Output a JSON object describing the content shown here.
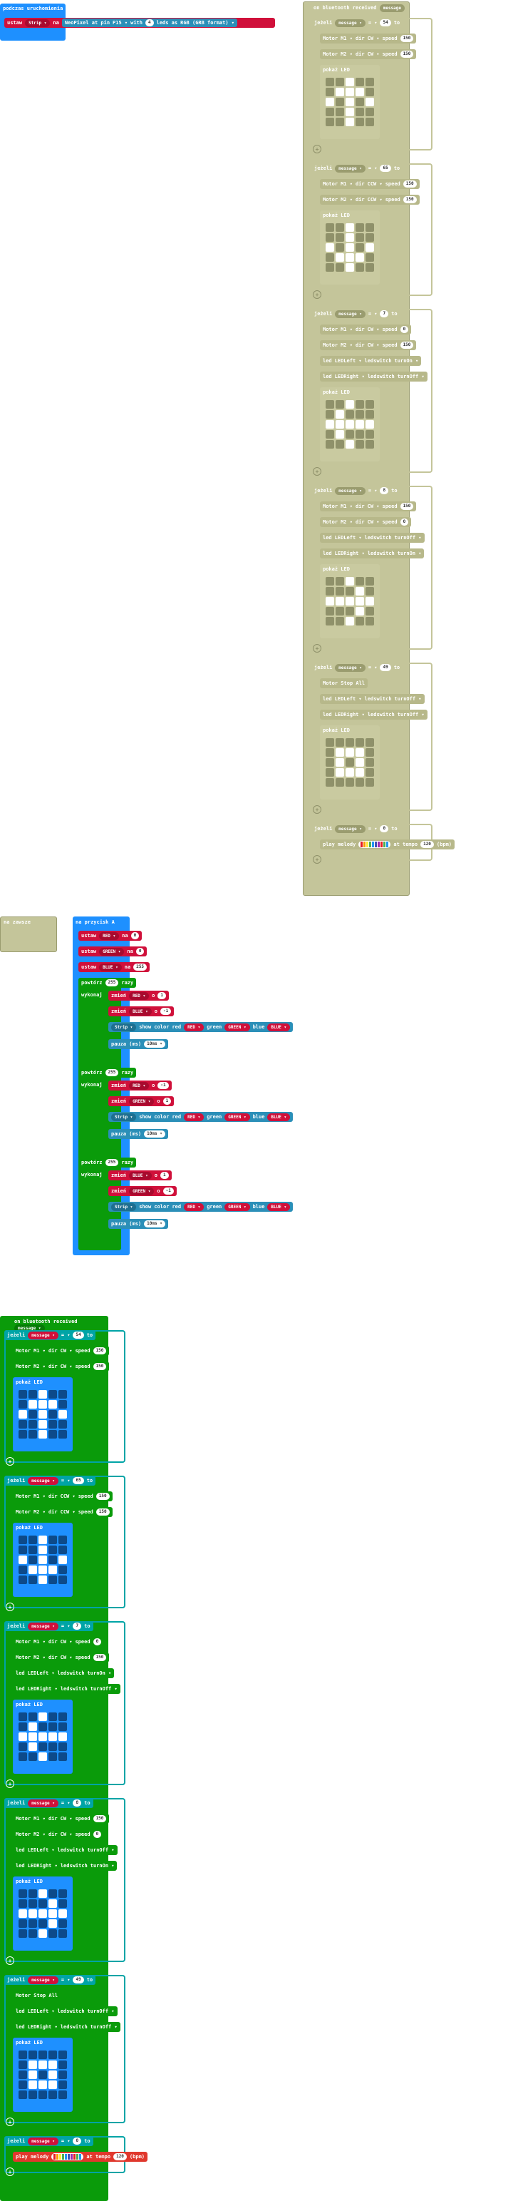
{
  "colors": {
    "blue": "#1e90ff",
    "red": "#d0103a",
    "green": "#0a9b0a",
    "teal": "#00a4a6",
    "olive": "#c4c59a",
    "olive_dark": "#9a9c6f",
    "grid_off": "#0d4a8a",
    "grid_on": "#ffffff"
  },
  "start_block": {
    "title": "podczas uruchomienia",
    "set_label": "ustaw",
    "strip_var": "Strip",
    "to_label": "na",
    "neopixel_label": "NeoPixel at pin",
    "pin": "P15",
    "with_label": "with",
    "leds_count": "4",
    "leds_as_label": "leds as",
    "format": "RGB (GRB format)"
  },
  "bt_receive": {
    "label": "on bluetooth received",
    "var": "message",
    "if_label": "jeżeli",
    "eq": "=",
    "then": "to"
  },
  "buttonA": {
    "label": "na przycisk A",
    "vars": [
      {
        "name": "RED",
        "value": "0"
      },
      {
        "name": "GREEN",
        "value": "0"
      },
      {
        "name": "BLUE",
        "value": "255"
      }
    ],
    "set_label": "ustaw",
    "to_label": "na",
    "loops": [
      {
        "repeat": "powtórz",
        "times": "255",
        "times_label": "razy",
        "do_label": "wykonaj",
        "changes": [
          {
            "name": "RED",
            "value": "1"
          },
          {
            "name": "BLUE",
            "value": "-1"
          }
        ],
        "pause_ms": "10ms"
      },
      {
        "repeat": "powtórz",
        "times": "255",
        "times_label": "razy",
        "do_label": "wykonaj",
        "changes": [
          {
            "name": "RED",
            "value": "-1"
          },
          {
            "name": "GREEN",
            "value": "1"
          }
        ],
        "pause_ms": "10ms"
      },
      {
        "repeat": "powtórz",
        "times": "255",
        "times_label": "razy",
        "do_label": "wykonaj",
        "changes": [
          {
            "name": "BLUE",
            "value": "1"
          },
          {
            "name": "GREEN",
            "value": "-1"
          }
        ],
        "pause_ms": "10ms"
      }
    ],
    "change_label": "zmień",
    "by_label": "o",
    "strip": "Strip",
    "show_color": "show color",
    "red": "red",
    "green": "green",
    "blue": "blue",
    "pause_label": "pauza (ms)"
  },
  "other_block": {
    "label": "na zawsze"
  },
  "motor": {
    "label": "Motor",
    "dir": "dir",
    "speed": "speed",
    "stop": "Motor Stop All"
  },
  "led": {
    "label": "led",
    "state": "ledswitch"
  },
  "show": {
    "label": "pokaż LED"
  },
  "melody": {
    "label": "play melody",
    "tempo_label": "at tempo",
    "tempo": "120",
    "bpm": "(bpm)"
  },
  "cases": [
    {
      "val": "54",
      "motors": [
        [
          "M1",
          "CW",
          "150"
        ],
        [
          "M2",
          "CW",
          "150"
        ]
      ],
      "leds": [],
      "grid": [
        0,
        0,
        1,
        0,
        0,
        0,
        1,
        1,
        1,
        0,
        1,
        0,
        1,
        0,
        1,
        0,
        0,
        1,
        0,
        0,
        0,
        0,
        1,
        0,
        0
      ]
    },
    {
      "val": "65",
      "motors": [
        [
          "M1",
          "CCW",
          "150"
        ],
        [
          "M2",
          "CCW",
          "150"
        ]
      ],
      "leds": [],
      "grid": [
        0,
        0,
        1,
        0,
        0,
        0,
        0,
        1,
        0,
        0,
        1,
        0,
        1,
        0,
        1,
        0,
        1,
        1,
        1,
        0,
        0,
        0,
        1,
        0,
        0
      ]
    },
    {
      "val": "7",
      "motors": [
        [
          "M1",
          "CW",
          "0"
        ],
        [
          "M2",
          "CW",
          "150"
        ]
      ],
      "leds": [
        [
          "LEDLeft",
          "turnOn"
        ],
        [
          "LEDRight",
          "turnOff"
        ]
      ],
      "grid": [
        0,
        0,
        1,
        0,
        0,
        0,
        1,
        0,
        0,
        0,
        1,
        1,
        1,
        1,
        1,
        0,
        1,
        0,
        0,
        0,
        0,
        0,
        1,
        0,
        0
      ]
    },
    {
      "val": "8",
      "motors": [
        [
          "M1",
          "CW",
          "150"
        ],
        [
          "M2",
          "CW",
          "0"
        ]
      ],
      "leds": [
        [
          "LEDLeft",
          "turnOff"
        ],
        [
          "LEDRight",
          "turnOn"
        ]
      ],
      "grid": [
        0,
        0,
        1,
        0,
        0,
        0,
        0,
        0,
        1,
        0,
        1,
        1,
        1,
        1,
        1,
        0,
        0,
        0,
        1,
        0,
        0,
        0,
        1,
        0,
        0
      ]
    },
    {
      "val": "49",
      "motors": [],
      "stop": true,
      "leds": [
        [
          "LEDLeft",
          "turnOff"
        ],
        [
          "LEDRight",
          "turnOff"
        ]
      ],
      "grid": [
        0,
        0,
        0,
        0,
        0,
        0,
        1,
        1,
        1,
        0,
        0,
        1,
        0,
        1,
        0,
        0,
        1,
        1,
        1,
        0,
        0,
        0,
        0,
        0,
        0
      ]
    },
    {
      "val": "0",
      "melody": true
    }
  ]
}
